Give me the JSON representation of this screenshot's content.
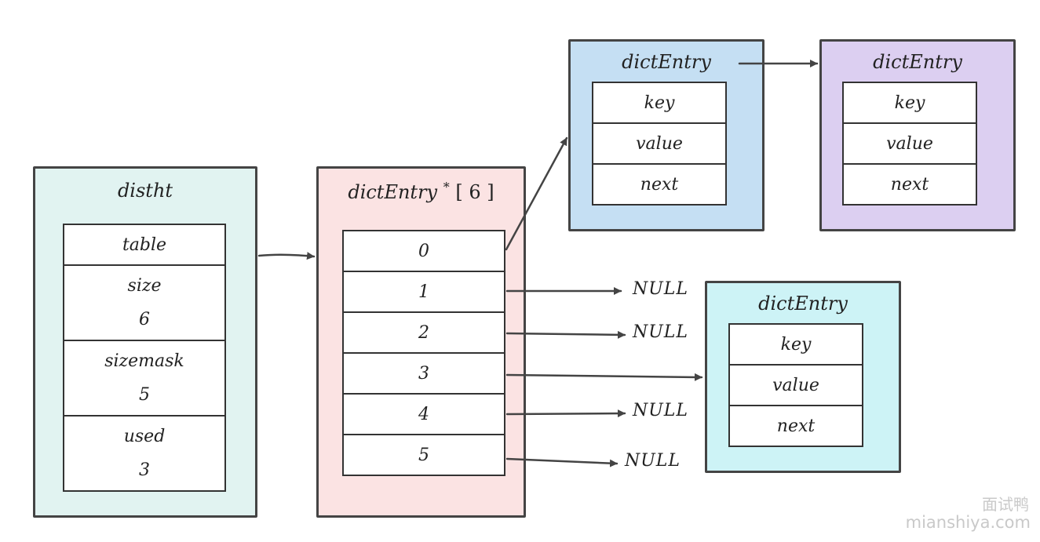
{
  "distht": {
    "title": "distht",
    "fields": [
      {
        "label": "table"
      },
      {
        "label": "size",
        "value": "6"
      },
      {
        "label": "sizemask",
        "value": "5"
      },
      {
        "label": "used",
        "value": "3"
      }
    ]
  },
  "table_array": {
    "title_main": "dictEntry",
    "title_star": "*",
    "title_size": "[ 6 ]",
    "slots": [
      "0",
      "1",
      "2",
      "3",
      "4",
      "5"
    ]
  },
  "entries": [
    {
      "title": "dictEntry",
      "fields": [
        "key",
        "value",
        "next"
      ],
      "color": "#c5dff3"
    },
    {
      "title": "dictEntry",
      "fields": [
        "key",
        "value",
        "next"
      ],
      "color": "#dccff1"
    },
    {
      "title": "dictEntry",
      "fields": [
        "key",
        "value",
        "next"
      ],
      "color": "#cdf3f6"
    }
  ],
  "null_labels": [
    "NULL",
    "NULL",
    "NULL",
    "NULL"
  ],
  "colors": {
    "distht_bg": "#e1f3f1",
    "table_bg": "#fbe3e3"
  },
  "watermark": {
    "line1": "面试鸭",
    "line2": "mianshiya.com"
  }
}
